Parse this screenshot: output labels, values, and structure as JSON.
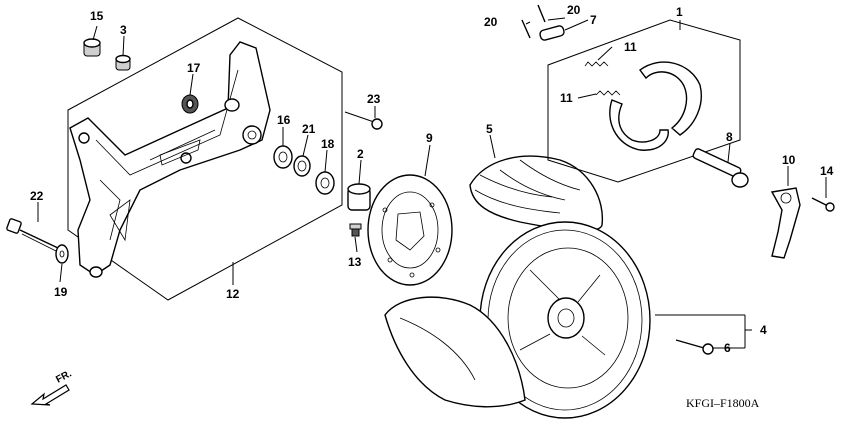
{
  "diagram": {
    "part_code": "KFGI–F1800A",
    "direction_label": "FR.",
    "callouts": {
      "c1": "1",
      "c2": "2",
      "c3": "3",
      "c4": "4",
      "c5": "5",
      "c6": "6",
      "c7": "7",
      "c8": "8",
      "c9": "9",
      "c10": "10",
      "c11a": "11",
      "c11b": "11",
      "c12": "12",
      "c13": "13",
      "c14": "14",
      "c15": "15",
      "c16": "16",
      "c17": "17",
      "c18": "18",
      "c19": "19",
      "c20a": "20",
      "c20b": "20",
      "c21": "21",
      "c22": "22",
      "c23": "23"
    }
  }
}
